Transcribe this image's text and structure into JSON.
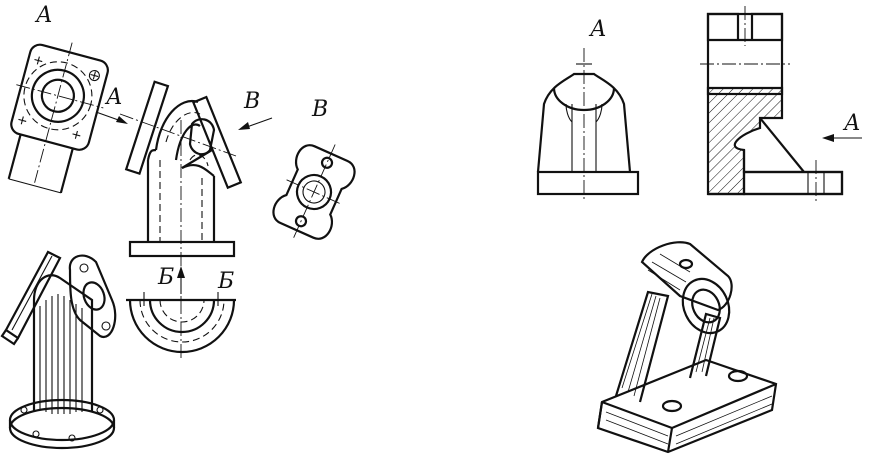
{
  "labels": {
    "left_view_a_title": "А",
    "left_arrow_a": "А",
    "left_arrow_v": "В",
    "left_view_v_title": "В",
    "left_arrow_b1": "Б",
    "left_arrow_b2": "Б",
    "right_view_a_title": "А",
    "right_arrow_a": "А"
  }
}
